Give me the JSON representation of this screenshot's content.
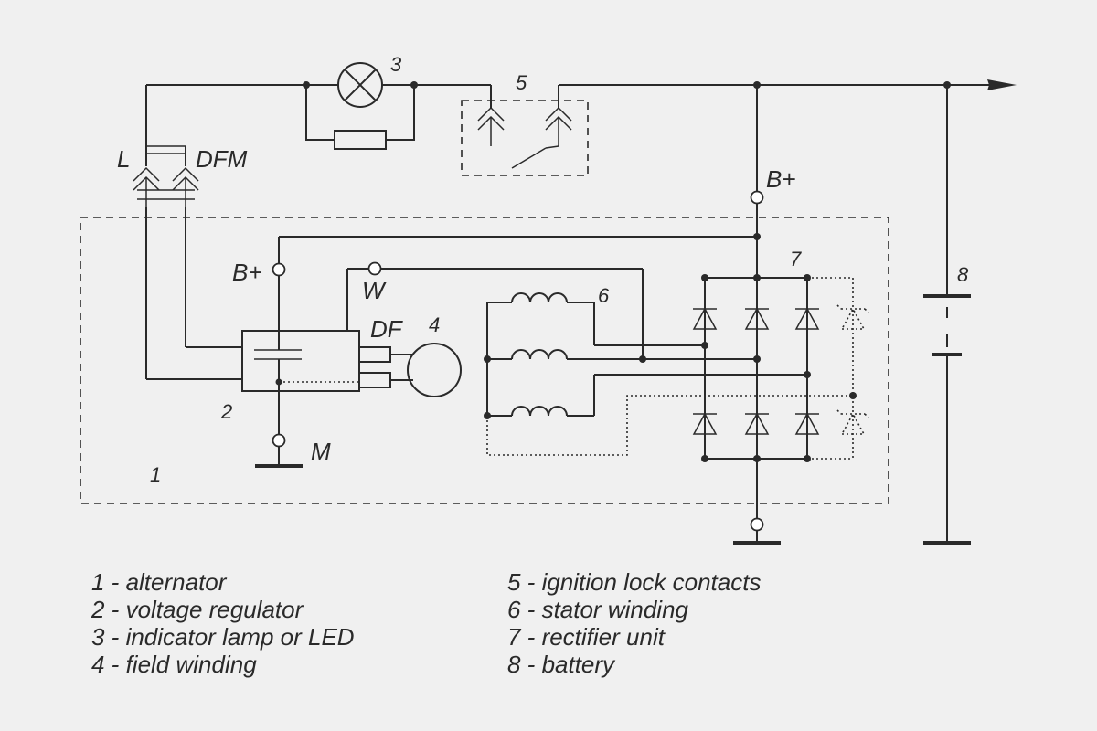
{
  "colors": {
    "line": "#2a2a2a",
    "background": "#f0f0f0"
  },
  "labels": {
    "L": "L",
    "DFM": "DFM",
    "B_plus_top": "B+",
    "B_plus_regulator": "B+",
    "W": "W",
    "DF": "DF",
    "M": "M"
  },
  "numbers": {
    "n1": "1",
    "n2": "2",
    "n3": "3",
    "n4": "4",
    "n5": "5",
    "n6": "6",
    "n7": "7",
    "n8": "8"
  },
  "legend": [
    "1 - alternator",
    "2 - voltage regulator",
    "3 - indicator lamp or LED",
    "4 - field winding",
    "5 - ignition lock contacts",
    "6 - stator winding",
    "7 - rectifier unit",
    "8 - battery"
  ]
}
